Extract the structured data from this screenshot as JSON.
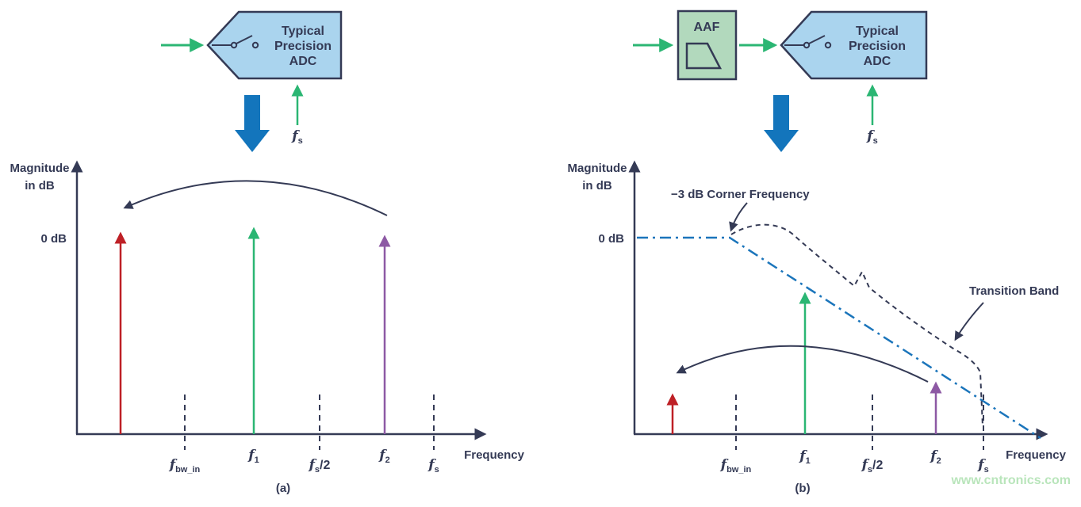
{
  "colors": {
    "navy": "#343a55",
    "green": "#2bb673",
    "red": "#be2026",
    "purple": "#8d59a4",
    "blue": "#1375bc",
    "adc_fill": "#aad4ee",
    "aaf_fill": "#b2d9bd",
    "watermark_green": "#b9e5bb"
  },
  "blocks": {
    "adc_line1": "Typical",
    "adc_line2": "Precision",
    "adc_line3": "ADC",
    "aaf_label": "AAF"
  },
  "axes": {
    "magnitude_line1": "Magnitude",
    "magnitude_line2": "in dB",
    "zero_db": "0 dB",
    "frequency": "Frequency"
  },
  "freq_labels": {
    "f": "f",
    "sub_s": "s",
    "sub_1": "1",
    "sub_2": "2",
    "sub_bw_in": "bw_in",
    "half_suffix": "/2"
  },
  "annotations": {
    "corner": "−3 dB Corner Frequency",
    "transition": "Transition Band"
  },
  "captions": {
    "a": "(a)",
    "b": "(b)"
  },
  "watermark": "www.cntronics.com"
}
